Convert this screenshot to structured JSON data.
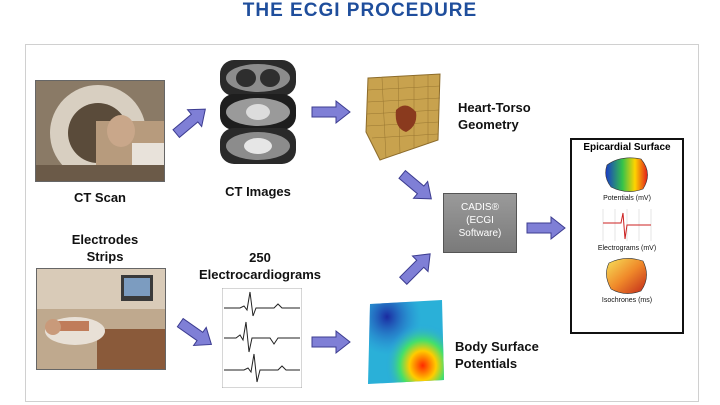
{
  "title": "THE  ECGI  PROCEDURE",
  "labels": {
    "ct_scan": "CT Scan",
    "ct_images": "CT Images",
    "heart_torso_line1": "Heart-Torso",
    "heart_torso_line2": "Geometry",
    "electrodes_line1": "Electrodes",
    "electrodes_line2": "Strips",
    "ecg_line1": "250",
    "ecg_line2": "Electrocardiograms",
    "bsp_line1": "Body Surface",
    "bsp_line2": "Potentials"
  },
  "cadis": {
    "line1": "CADIS®",
    "line2": "(ECGI",
    "line3": "Software)"
  },
  "epicardial": {
    "title": "Epicardial Surface",
    "potentials": "Potentials (mV)",
    "electrograms": "Electrograms (mV)",
    "isochrones": "Isochrones (ms)"
  },
  "colors": {
    "title": "#1f4e9c",
    "arrow": "#7f7fd6",
    "arrow_stroke": "#3c3c90"
  }
}
